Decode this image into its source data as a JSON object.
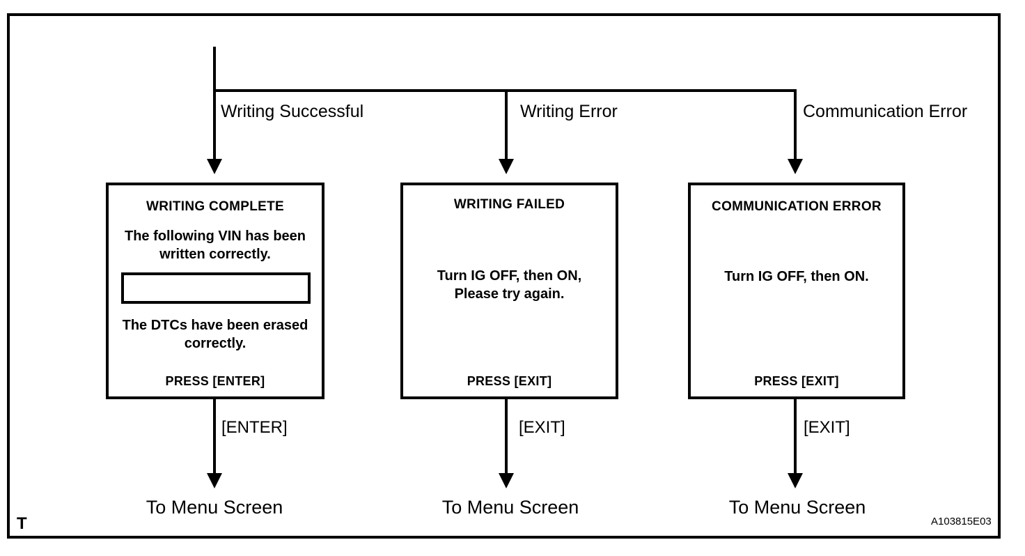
{
  "figure": {
    "corner_mark": "T",
    "figure_code": "A103815E03"
  },
  "branches": [
    {
      "label": "Writing Successful"
    },
    {
      "label": "Writing Error"
    },
    {
      "label": "Communication Error"
    }
  ],
  "screens": [
    {
      "title": "WRITING COMPLETE",
      "body_top_line1": "The following VIN has been",
      "body_top_line2": "written correctly.",
      "vin_value": "",
      "body_bottom_line1": "The DTCs have been erased",
      "body_bottom_line2": "correctly.",
      "footer": "PRESS [ENTER]"
    },
    {
      "title": "WRITING  FAILED",
      "body_line1": "Turn IG OFF, then ON,",
      "body_line2": "Please try again.",
      "footer": "PRESS [EXIT]"
    },
    {
      "title": "COMMUNICATION ERROR",
      "body_line1": "Turn IG OFF, then ON.",
      "footer": "PRESS [EXIT]"
    }
  ],
  "exits": [
    {
      "key": "[ENTER]",
      "destination": "To Menu Screen"
    },
    {
      "key": "[EXIT]",
      "destination": "To Menu Screen"
    },
    {
      "key": "[EXIT]",
      "destination": "To Menu Screen"
    }
  ]
}
